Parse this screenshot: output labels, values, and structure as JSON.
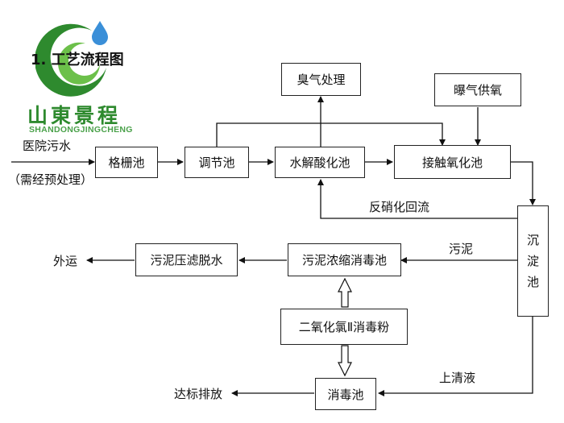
{
  "title": "1. 工艺流程图",
  "brand": {
    "name": "山東景程",
    "sub": "SHANDONGJINGCHENG"
  },
  "inputs": {
    "source": "医院污水",
    "note": "（需经预处理）"
  },
  "nodes": {
    "grid": "格栅池",
    "regulate": "调节池",
    "hydrolysis": "水解酸化池",
    "odor": "臭气处理",
    "aeration": "曝气供氧",
    "contact": "接触氧化池",
    "sedimentation": [
      "沉",
      "淀",
      "池"
    ],
    "sludge_concentrate": "污泥浓缩消毒池",
    "sludge_press": "污泥压滤脱水",
    "chlorine": "二氧化氯Ⅱ消毒粉",
    "disinfection": "消毒池"
  },
  "edge_labels": {
    "denitrification": "反硝化回流",
    "sludge": "污泥",
    "supernatant": "上清液",
    "export": "外运",
    "discharge": "达标排放"
  },
  "colors": {
    "logo_green": "#2e8a2e",
    "logo_light": "#6cc04a",
    "drop_blue": "#3a8fd8"
  }
}
